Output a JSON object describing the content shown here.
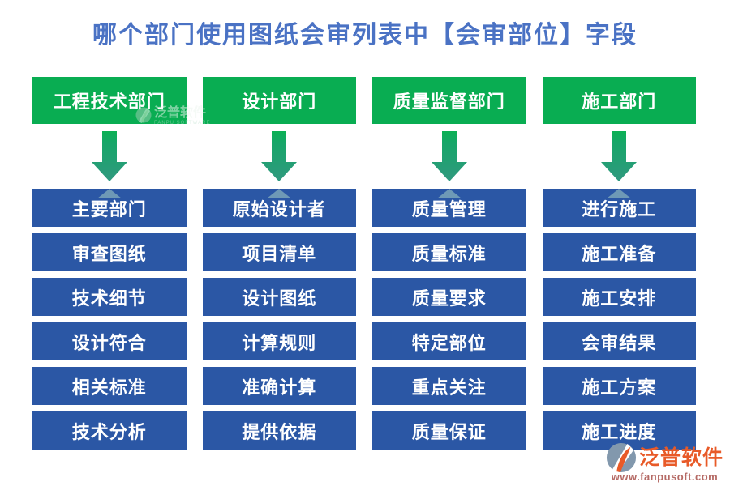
{
  "title": "哪个部门使用图纸会审列表中【会审部位】字段",
  "columns": [
    {
      "header": "工程技术部门",
      "items": [
        "主要部门",
        "审查图纸",
        "技术细节",
        "设计符合",
        "相关标准",
        "技术分析"
      ]
    },
    {
      "header": "设计部门",
      "items": [
        "原始设计者",
        "项目清单",
        "设计图纸",
        "计算规则",
        "准确计算",
        "提供依据"
      ]
    },
    {
      "header": "质量监督部门",
      "items": [
        "质量管理",
        "质量标准",
        "质量要求",
        "特定部位",
        "重点关注",
        "质量保证"
      ]
    },
    {
      "header": "施工部门",
      "items": [
        "进行施工",
        "施工准备",
        "施工安排",
        "会审结果",
        "施工方案",
        "施工进度"
      ]
    }
  ],
  "watermark": {
    "brand": "泛普软件",
    "caption": "FANPU SOFTWARE",
    "url": "www.fanpusoft.com"
  },
  "colors": {
    "title_blue": "#4a72c4",
    "header_green": "#09ad52",
    "item_blue": "#2b57a5",
    "arrow_green": "#0ab153",
    "arrow_teal": "#30997f",
    "brand_orange": "#e85a28",
    "url_red": "#b56a65"
  }
}
